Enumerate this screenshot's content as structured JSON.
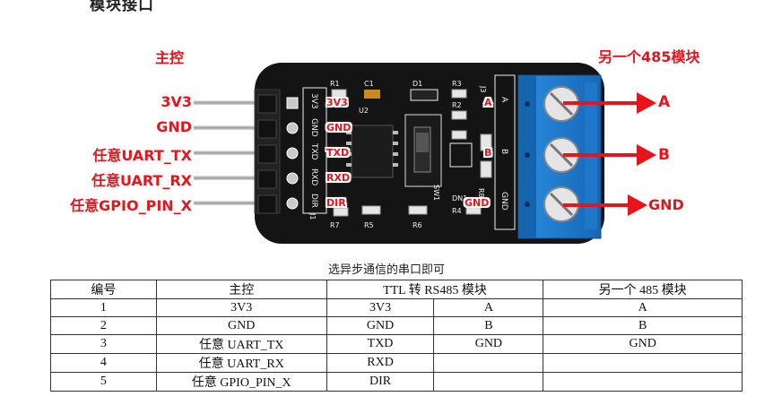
{
  "heading_partial": "模块接口",
  "labels": {
    "main_controller": "主控",
    "other_module": "另一个485模块",
    "left_pins": [
      "3V3",
      "GND",
      "任意UART_TX",
      "任意UART_RX",
      "任意GPIO_PIN_X"
    ],
    "right_pins": [
      "A",
      "B",
      "GND"
    ]
  },
  "board": {
    "header_silk": [
      "3V3",
      "GND",
      "TXD",
      "RXD",
      "DIR"
    ],
    "pin_overlay": [
      "3V3",
      "GND",
      "TXD",
      "RXD",
      "DIR"
    ],
    "side_overlay": [
      "A",
      "B",
      "GND"
    ],
    "silkscreen": {
      "r1": "R1",
      "c1": "C1",
      "d1": "D1",
      "r3": "R3",
      "j3": "J3",
      "u2": "U2",
      "r2": "R2",
      "r8": "R8",
      "sw1": "SW1",
      "dn1": "DN1",
      "r4": "R4",
      "r7": "R7",
      "r5": "R5",
      "r6": "R6",
      "j1": "J1",
      "term_a": "A",
      "term_b": "B",
      "term_gnd": "GND"
    }
  },
  "caption": "选异步通信的串口即可",
  "table": {
    "headers": [
      "编号",
      "主控",
      "TTL 转 RS485 模块",
      "另一个 485 模块"
    ],
    "rows": [
      [
        "1",
        "3V3",
        "3V3",
        "A",
        "A"
      ],
      [
        "2",
        "GND",
        "GND",
        "B",
        "B"
      ],
      [
        "3",
        "任意 UART_TX",
        "TXD",
        "GND",
        "GND"
      ],
      [
        "4",
        "任意 UART_RX",
        "RXD",
        "",
        ""
      ],
      [
        "5",
        "任意 GPIO_PIN_X",
        "DIR",
        "",
        ""
      ]
    ]
  },
  "colors": {
    "label_red": "#e8141c",
    "board": "#141414",
    "terminal_blue": "#1f7fd6",
    "silk": "#f2f2f2"
  }
}
